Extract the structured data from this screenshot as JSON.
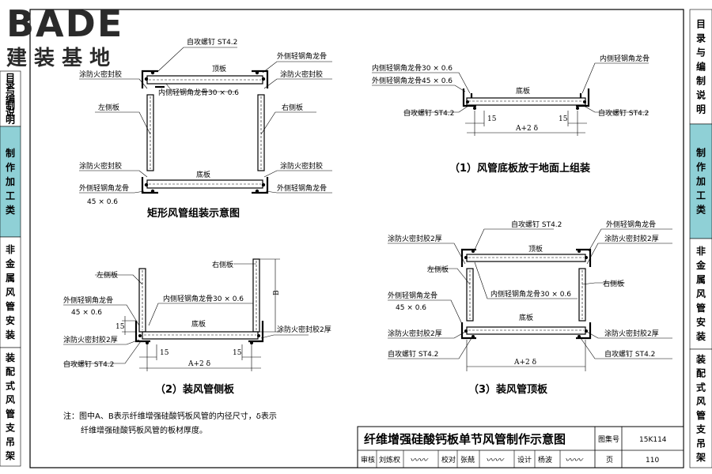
{
  "logo": {
    "brand": "BADE",
    "subtitle": "建 装 基 地",
    "brand_color": "#1a1a1a"
  },
  "side_tabs": [
    {
      "label": "目录与编制说明",
      "highlight": false
    },
    {
      "label": "制作加工类",
      "highlight": true
    },
    {
      "label": "非金属风管安装",
      "highlight": false
    },
    {
      "label": "装配式风管支吊架",
      "highlight": false
    }
  ],
  "colors": {
    "tab_highlight": "#8fd0d6",
    "tab_normal": "#ffffff",
    "line": "#000000"
  },
  "fig_main": {
    "caption": "矩形风管组装示意图",
    "labels": {
      "screw_top": "自攻螺钉 ST4.2",
      "outer_angle_tr": "外侧轻钢角龙骨",
      "top_plate": "顶板",
      "sealant_tl": "涂防火密封胶",
      "sealant_tr": "涂防火密封胶",
      "inner_angle": "内侧轻钢角龙骨30 × 0.6",
      "left_plate": "左侧板",
      "right_plate": "右侧板",
      "sealant_bl": "涂防火密封胶",
      "sealant_br": "涂防火密封胶",
      "bottom_plate": "底板",
      "outer_angle_bl": "外侧轻钢角龙骨",
      "outer_angle_bl_size": "45 × 0.6",
      "outer_angle_br": "外侧轻钢角龙骨"
    }
  },
  "fig_1": {
    "caption": "（1）风管底板放于地面上组装",
    "labels": {
      "inner_angle": "内侧轻钢角龙骨30 × 0.6",
      "outer_angle": "外侧轻钢角龙骨45 × 0.6",
      "inner_angle_r": "内侧轻钢角龙骨",
      "bottom_plate": "底板",
      "screw_l": "自攻螺钉 ST4.2",
      "screw_r": "自攻螺钉 ST4.2",
      "dim_15_l": "15",
      "dim_15_r": "15",
      "dim_width": "A+2 δ"
    }
  },
  "fig_2": {
    "caption": "（2）装风管侧板",
    "labels": {
      "right_plate": "右侧板",
      "left_plate": "左侧板",
      "outer_angle": "外侧轻钢角龙骨",
      "outer_angle_size": "45 × 0.6",
      "inner_angle": "内侧轻钢角龙骨30 × 0.6",
      "bottom_plate": "底板",
      "sealant_l": "涂防火密封胶2厚",
      "sealant_r": "涂防火密封胶2厚",
      "screw": "自攻螺钉 ST4.2",
      "dim_b": "B",
      "dim_15_v": "15",
      "dim_15_l": "15",
      "dim_15_r": "15",
      "dim_width": "A+2 δ"
    }
  },
  "fig_3": {
    "caption": "（3）装风管顶板",
    "labels": {
      "screw_top": "自攻螺钉 ST4.2",
      "outer_angle_tr": "外侧轻钢角龙骨",
      "sealant_tl": "涂防火密封胶2厚",
      "sealant_tr": "涂防火密封胶2厚",
      "top_plate": "顶板",
      "left_plate": "左侧板",
      "right_plate": "右侧板",
      "inner_angle": "内侧轻钢角龙骨30 × 0.6",
      "outer_angle_l": "外侧轻钢角龙骨",
      "outer_angle_l_size": "45 × 0.6",
      "bottom_plate": "底板",
      "sealant_bl": "涂防火密封胶2厚",
      "sealant_br": "涂防火密封胶2厚",
      "screw_bl": "自攻螺钉 ST4.2",
      "screw_br": "自攻螺钉 ST4.2",
      "dim_width": "A+2 δ"
    }
  },
  "note": {
    "line1": "注：图中A、B表示纤维增强硅酸钙板风管的内径尺寸，δ表示",
    "line2": "纤维增强硅酸钙板风管的板材厚度。"
  },
  "title_block": {
    "title": "纤维增强硅酸钙板单节风管制作示意图",
    "atlas_label": "图集号",
    "atlas_no": "15K114",
    "review_label": "审核",
    "review_name": "刘炼权",
    "check_label": "校对",
    "check_name": "张兢",
    "design_label": "设计",
    "design_name": "杨波",
    "page_label": "页",
    "page_no": "110"
  }
}
